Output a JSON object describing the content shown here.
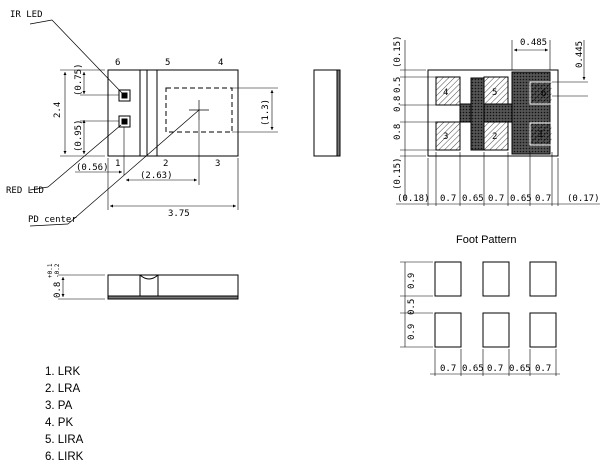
{
  "labels": {
    "ir_led": "IR LED",
    "red_led": "RED LED",
    "pd_center": "PD center",
    "foot_pattern": "Foot Pattern"
  },
  "top_view": {
    "pin_top": [
      "6",
      "5",
      "4"
    ],
    "pin_bottom": [
      "1",
      "2",
      "3"
    ],
    "dim_height": "2.4",
    "dim_075": "(0.75)",
    "dim_095": "(0.95)",
    "dim_056": "(0.56)",
    "dim_263": "(2.63)",
    "dim_13": "(1.3)",
    "dim_width": "3.75"
  },
  "side_view": {
    "dim_thickness": "0.8",
    "tol_plus": "+0.1",
    "tol_minus": "-0.2"
  },
  "bottom_view": {
    "pads_top": [
      "4",
      "5",
      "6"
    ],
    "pads_bottom": [
      "3",
      "2",
      "1"
    ],
    "dim_0485": "0.485",
    "dim_0445": "0.445",
    "left_dims": [
      "(0.15)",
      "0.5",
      "0.8",
      "0.8",
      "(0.15)"
    ],
    "bottom_dims": [
      "(0.18)",
      "0.7",
      "0.65",
      "0.7",
      "0.65",
      "0.7",
      "(0.17)"
    ]
  },
  "foot_pattern": {
    "left_dims": [
      "0.9",
      "0.5",
      "0.9"
    ],
    "bottom_dims": [
      "0.7",
      "0.65",
      "0.7",
      "0.65",
      "0.7"
    ]
  },
  "pins": [
    "1. LRK",
    "2. LRA",
    "3. PA",
    "4. PK",
    "5. LIRA",
    "6. LIRK"
  ]
}
